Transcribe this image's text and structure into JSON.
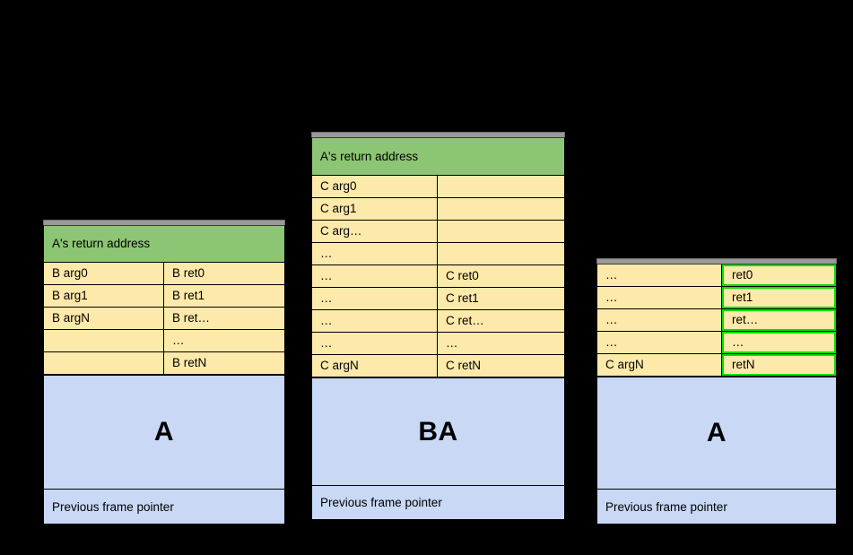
{
  "background_color": "#000000",
  "colors": {
    "return_address_band": "#8cc573",
    "arg_ret_cells": "#fde9a9",
    "frame_body": "#c8d8f5",
    "highlight_outline": "#00e000",
    "top_bar": "#9a9a9a",
    "border": "#000000"
  },
  "diagrams": [
    {
      "id": "diagram-left",
      "return_address_label": "A's return address",
      "has_return_address_band": true,
      "rows": [
        {
          "left": "B arg0",
          "right": "B ret0",
          "right_highlighted": false
        },
        {
          "left": "B arg1",
          "right": "B ret1",
          "right_highlighted": false
        },
        {
          "left": "B argN",
          "right": "B ret…",
          "right_highlighted": false
        },
        {
          "left": "",
          "right": "…",
          "right_highlighted": false
        },
        {
          "left": "",
          "right": "B retN",
          "right_highlighted": false
        }
      ],
      "body_label": "A",
      "footer_label": "Previous frame pointer"
    },
    {
      "id": "diagram-middle",
      "return_address_label": "A's return address",
      "has_return_address_band": true,
      "rows": [
        {
          "left": "C arg0",
          "right": "",
          "right_highlighted": false
        },
        {
          "left": "C arg1",
          "right": "",
          "right_highlighted": false
        },
        {
          "left": "C arg…",
          "right": "",
          "right_highlighted": false
        },
        {
          "left": "…",
          "right": "",
          "right_highlighted": false
        },
        {
          "left": "…",
          "right": "C ret0",
          "right_highlighted": false
        },
        {
          "left": "…",
          "right": "C ret1",
          "right_highlighted": false
        },
        {
          "left": "…",
          "right": "C ret…",
          "right_highlighted": false
        },
        {
          "left": "…",
          "right": "…",
          "right_highlighted": false
        },
        {
          "left": "C argN",
          "right": "C retN",
          "right_highlighted": false
        }
      ],
      "body_label": "BA",
      "footer_label": "Previous frame pointer"
    },
    {
      "id": "diagram-right",
      "return_address_label": "",
      "has_return_address_band": false,
      "rows": [
        {
          "left": "…",
          "right": "ret0",
          "right_highlighted": true
        },
        {
          "left": "…",
          "right": "ret1",
          "right_highlighted": true
        },
        {
          "left": "…",
          "right": "ret…",
          "right_highlighted": true
        },
        {
          "left": "…",
          "right": "…",
          "right_highlighted": true
        },
        {
          "left": "C argN",
          "right": "retN",
          "right_highlighted": true
        }
      ],
      "body_label": "A",
      "footer_label": "Previous frame pointer"
    }
  ]
}
